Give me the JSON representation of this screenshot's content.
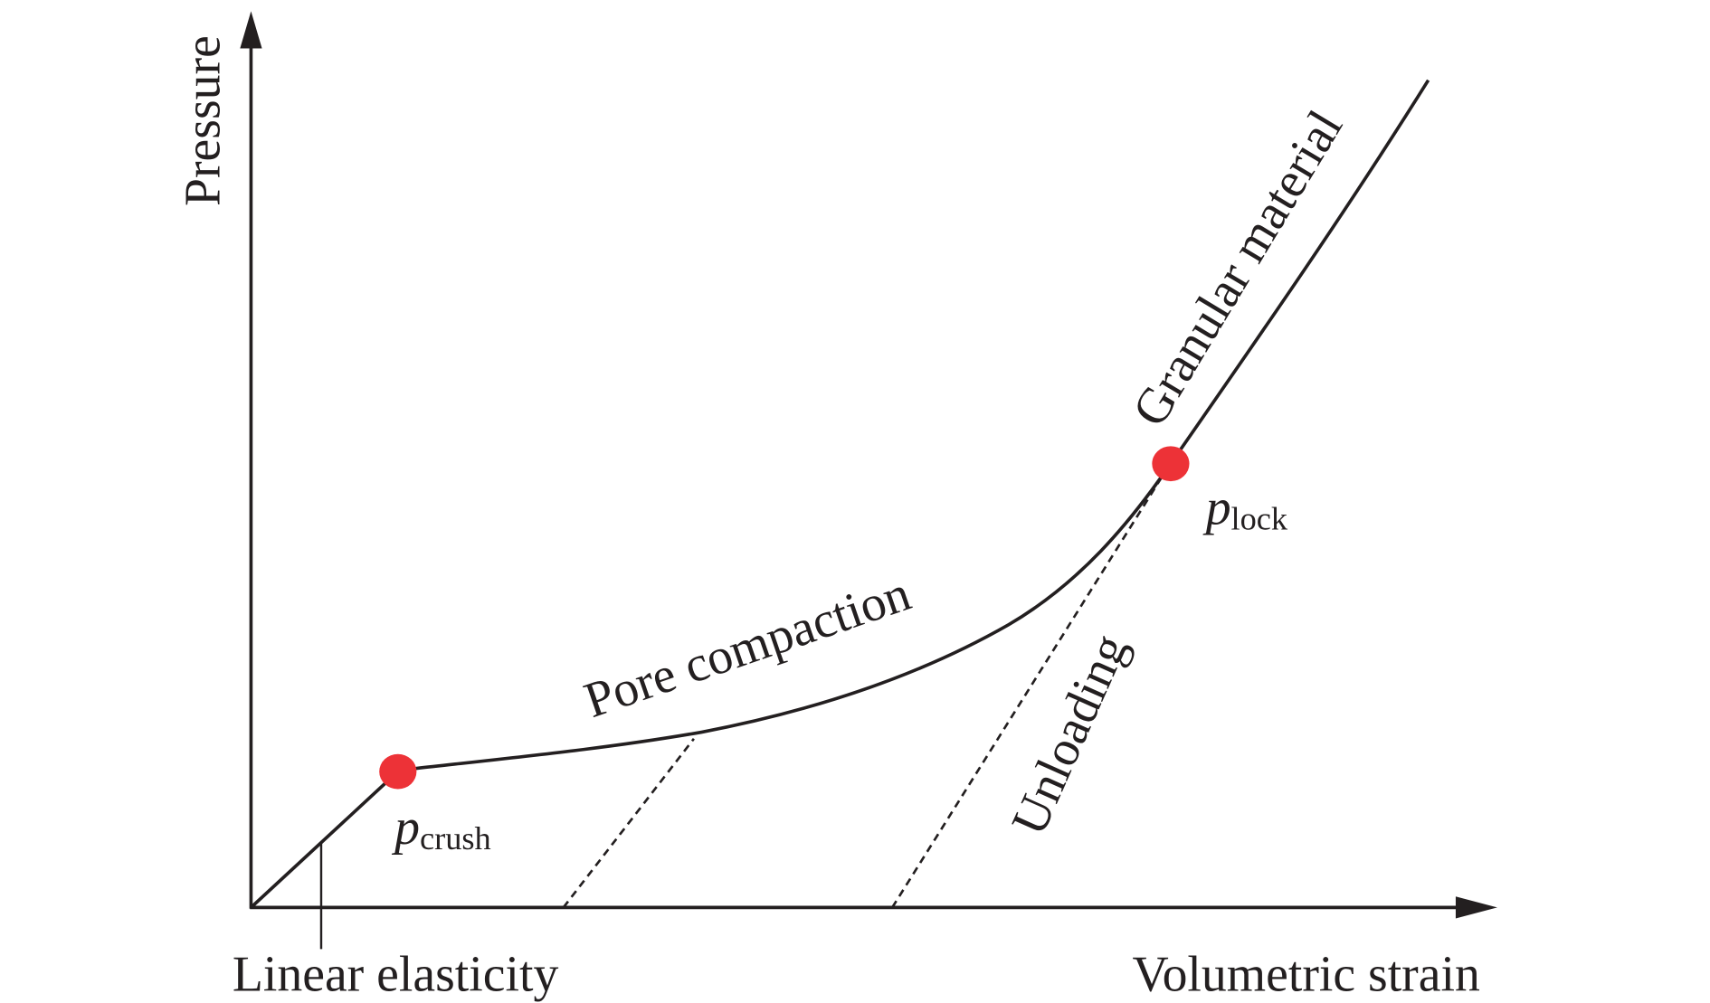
{
  "axes": {
    "y_label": "Pressure",
    "x_label": "Volumetric strain"
  },
  "labels": {
    "linear_elasticity": "Linear elasticity",
    "pore_compaction": "Pore compaction",
    "granular_material": "Granular material",
    "unloading": "Unloading"
  },
  "points": {
    "crush": {
      "symbol": "p",
      "subscript": "crush"
    },
    "lock": {
      "symbol": "p",
      "subscript": "lock"
    }
  },
  "colors": {
    "line": "#231f20",
    "point": "#ed3237"
  }
}
